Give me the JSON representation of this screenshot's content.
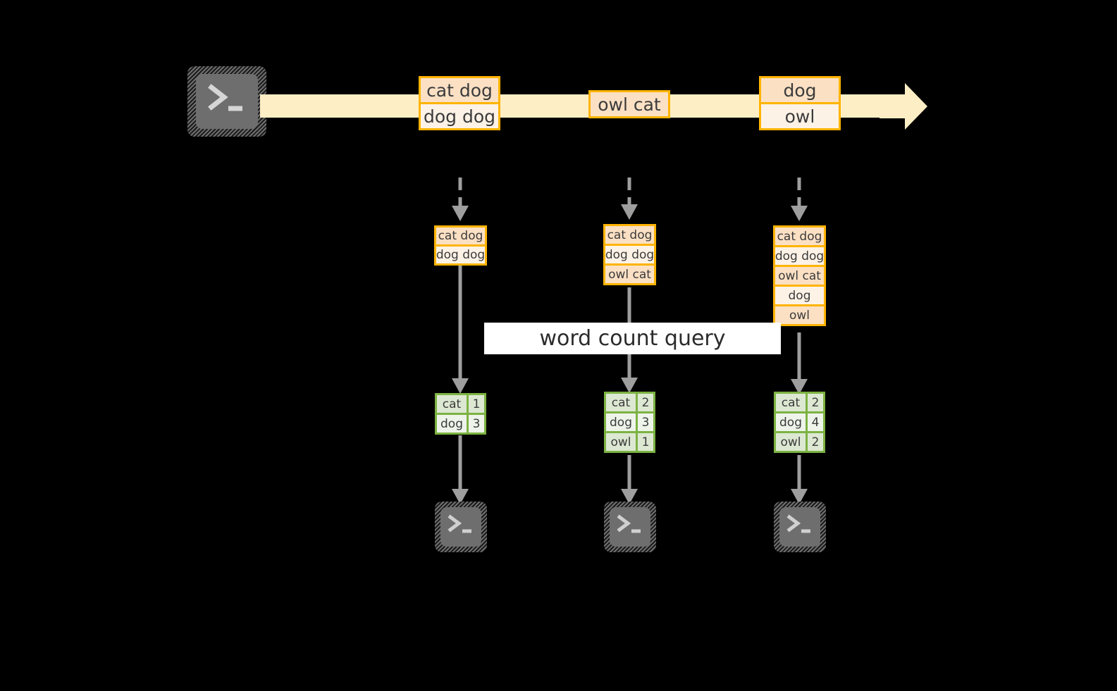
{
  "diagram": {
    "title_label": "word count query",
    "colors": {
      "event_border": "#ffb400",
      "event_fill_dark": "#fbe0c4",
      "event_fill_light": "#fdf2e6",
      "timeline_fill": "#fdeec5",
      "table_border": "#7cb342",
      "table_fill_dark": "#dde8d3",
      "table_fill_light": "#eef4ea",
      "arrow_gray": "#9e9e9e",
      "terminal_gray": "#6e6e6e",
      "background": "#000000"
    },
    "terminal_glyph": "terminal-prompt-icon"
  },
  "timeline": {
    "source_icon": "terminal-icon",
    "events": [
      {
        "label": "cat dog",
        "shade": "dark"
      },
      {
        "label": "dog dog",
        "shade": "light"
      },
      {
        "label": "owl cat",
        "shade": "dark"
      },
      {
        "label": "dog",
        "shade": "dark"
      },
      {
        "label": "owl",
        "shade": "light"
      }
    ]
  },
  "snapshots": [
    {
      "name": "snapshot-1",
      "input_rows": [
        {
          "label": "cat dog",
          "shade": "dark"
        },
        {
          "label": "dog dog",
          "shade": "light"
        }
      ],
      "result_rows": [
        {
          "word": "cat",
          "count": "1",
          "shade": "dark"
        },
        {
          "word": "dog",
          "count": "3",
          "shade": "light"
        }
      ]
    },
    {
      "name": "snapshot-2",
      "input_rows": [
        {
          "label": "cat dog",
          "shade": "dark"
        },
        {
          "label": "dog dog",
          "shade": "light"
        },
        {
          "label": "owl cat",
          "shade": "dark"
        }
      ],
      "result_rows": [
        {
          "word": "cat",
          "count": "2",
          "shade": "dark"
        },
        {
          "word": "dog",
          "count": "3",
          "shade": "light"
        },
        {
          "word": "owl",
          "count": "1",
          "shade": "dark"
        }
      ]
    },
    {
      "name": "snapshot-3",
      "input_rows": [
        {
          "label": "cat dog",
          "shade": "dark"
        },
        {
          "label": "dog dog",
          "shade": "light"
        },
        {
          "label": "owl cat",
          "shade": "dark"
        },
        {
          "label": "dog",
          "shade": "light"
        },
        {
          "label": "owl",
          "shade": "dark"
        }
      ],
      "result_rows": [
        {
          "word": "cat",
          "count": "2",
          "shade": "dark"
        },
        {
          "word": "dog",
          "count": "4",
          "shade": "light"
        },
        {
          "word": "owl",
          "count": "2",
          "shade": "dark"
        }
      ]
    }
  ]
}
